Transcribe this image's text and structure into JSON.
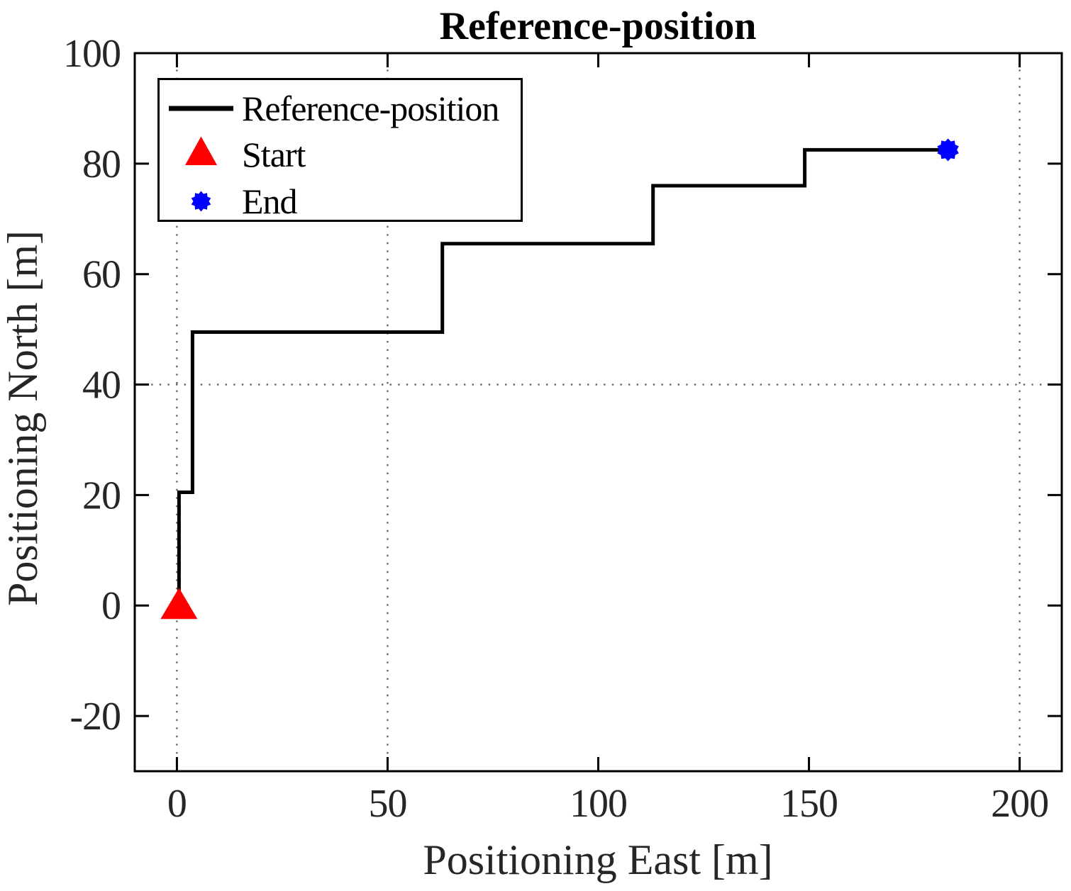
{
  "figure": {
    "title": "Reference-position"
  },
  "chart_data": {
    "type": "line",
    "title": "Reference-position",
    "xlabel": "Positioning East [m]",
    "ylabel": "Positioning North [m]",
    "xlim": [
      -10,
      210
    ],
    "ylim": [
      -30,
      100
    ],
    "xticks": [
      0,
      50,
      100,
      150,
      200
    ],
    "yticks": [
      -20,
      0,
      20,
      40,
      60,
      80,
      100
    ],
    "grid_x": [
      0,
      50,
      200
    ],
    "grid_y": [
      40
    ],
    "grid_on": true,
    "legend_position": "top-left",
    "series": [
      {
        "name": "Reference-position",
        "color": "#000000",
        "points": [
          [
            0.5,
            0
          ],
          [
            0.5,
            20.5
          ],
          [
            3.7,
            20.5
          ],
          [
            3.7,
            49.5
          ],
          [
            63,
            49.5
          ],
          [
            63,
            65.5
          ],
          [
            113,
            65.5
          ],
          [
            113,
            76
          ],
          [
            149,
            76
          ],
          [
            149,
            82.5
          ],
          [
            183,
            82.5
          ]
        ]
      }
    ],
    "markers": [
      {
        "name": "Start",
        "shape": "triangle-up",
        "color": "#ff0000",
        "at": [
          0.5,
          0
        ]
      },
      {
        "name": "End",
        "shape": "bumpy-dot",
        "color": "#0000ff",
        "at": [
          183,
          82.5
        ]
      }
    ],
    "legend": {
      "entries": [
        {
          "label": "Reference-position",
          "symbol": "line",
          "color": "#000000"
        },
        {
          "label": "Start",
          "symbol": "triangle-up",
          "color": "#ff0000"
        },
        {
          "label": "End",
          "symbol": "bumpy-dot",
          "color": "#0000ff"
        }
      ]
    }
  }
}
